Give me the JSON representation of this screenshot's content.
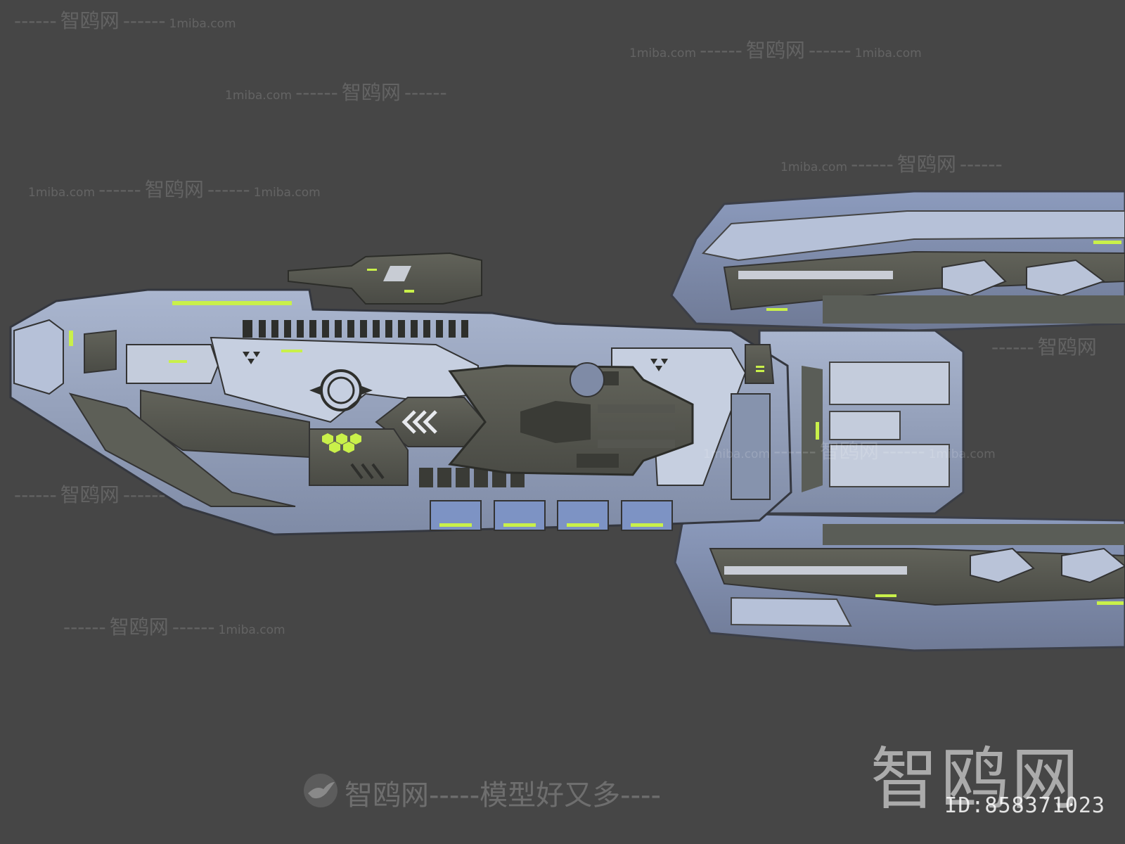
{
  "image": {
    "background_color": "#464646",
    "subject": "spaceship-3d-model",
    "hull_color": "#9aa8c4",
    "hull_dark_color": "#5b5d55",
    "accent_light_color": "#c9f04a"
  },
  "watermarks": {
    "site_name": "智鸥网",
    "site_url": "1miba.com",
    "dashes": "------",
    "bottom_line": "智鸥网-----模型好又多----",
    "brand": "智鸥网",
    "id_label": "ID:858371023"
  }
}
